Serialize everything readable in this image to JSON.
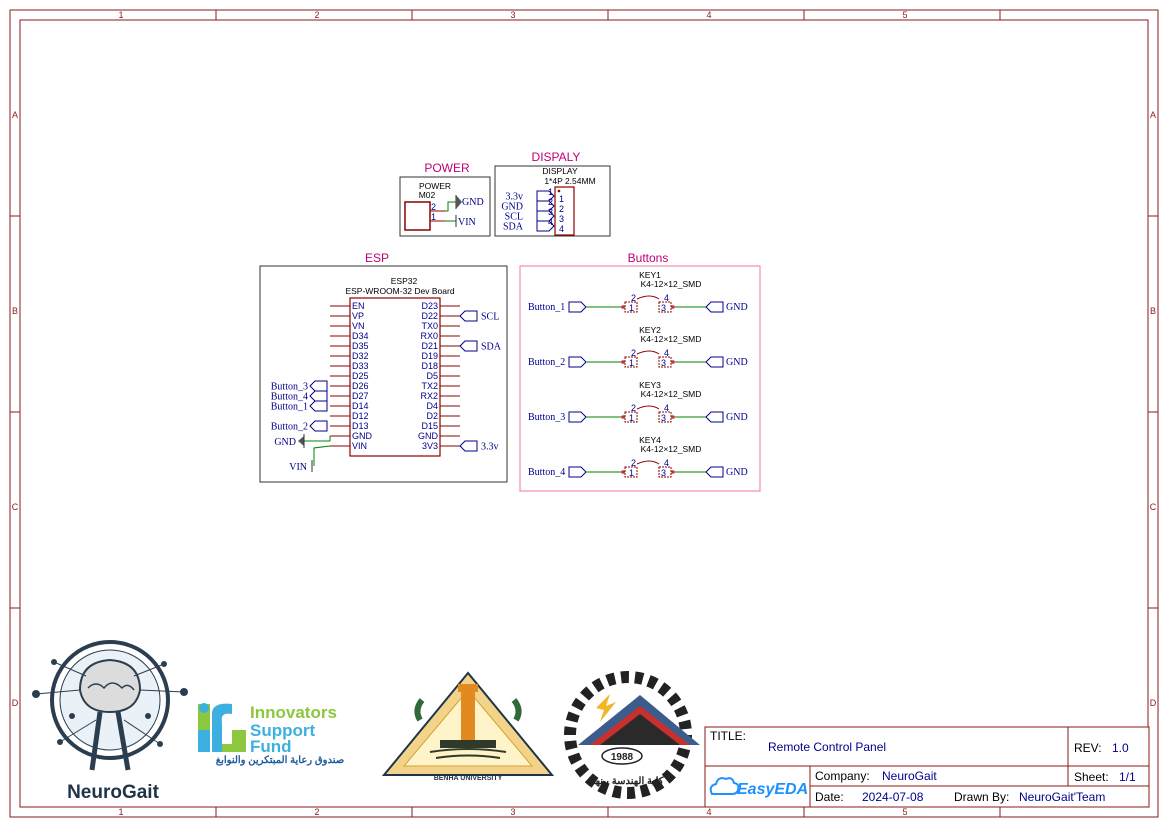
{
  "frame": {
    "columns": [
      "1",
      "2",
      "3",
      "4",
      "5"
    ],
    "rows": [
      "A",
      "B",
      "C",
      "D"
    ]
  },
  "groups": {
    "power": {
      "title": "POWER",
      "part_name": "POWER",
      "part_value": "M02",
      "pins": [
        "2",
        "1"
      ],
      "nets": [
        "GND",
        "VIN"
      ]
    },
    "display": {
      "title": "DISPALY",
      "part_name": "DISPLAY",
      "part_value": "1*4P 2.54MM",
      "nets": [
        "3.3v",
        "GND",
        "SCL",
        "SDA"
      ],
      "pins": [
        "1",
        "2",
        "3",
        "4"
      ]
    },
    "esp": {
      "title": "ESP",
      "part_name": "ESP32",
      "part_value": "ESP-WROOM-32 Dev Board",
      "left_pins": [
        "EN",
        "VP",
        "VN",
        "D34",
        "D35",
        "D32",
        "D33",
        "D25",
        "D26",
        "D27",
        "D14",
        "D12",
        "D13",
        "GND",
        "VIN"
      ],
      "right_pins": [
        "D23",
        "D22",
        "TX0",
        "RX0",
        "D21",
        "D19",
        "D18",
        "D5",
        "TX2",
        "RX2",
        "D4",
        "D2",
        "D15",
        "GND",
        "3V3"
      ],
      "left_nets": {
        "D26": "Button_3",
        "D27": "Button_4",
        "D14": "Button_1",
        "D13": "Button_2",
        "GND": "GND",
        "VIN": "VIN"
      },
      "right_nets": {
        "D22": "SCL",
        "D21": "SDA",
        "3V3": "3.3v"
      }
    },
    "buttons": {
      "title": "Buttons",
      "keys": [
        {
          "ref": "KEY1",
          "value": "K4-12×12_SMD",
          "net_in": "Button_1",
          "net_out": "GND"
        },
        {
          "ref": "KEY2",
          "value": "K4-12×12_SMD",
          "net_in": "Button_2",
          "net_out": "GND"
        },
        {
          "ref": "KEY3",
          "value": "K4-12×12_SMD",
          "net_in": "Button_3",
          "net_out": "GND"
        },
        {
          "ref": "KEY4",
          "value": "K4-12×12_SMD",
          "net_in": "Button_4",
          "net_out": "GND"
        }
      ],
      "pin_labels": [
        "2",
        "4",
        "1",
        "3"
      ]
    }
  },
  "logos": {
    "neurogait": "NeuroGait",
    "isf_line1": "Innovators",
    "isf_line2": "Support",
    "isf_line3": "Fund",
    "isf_arabic": "صندوق رعاية المبتكرين والنوابغ",
    "benha": "BENHA UNIVERSITY",
    "faculty_year": "1988",
    "faculty_arabic": "كلية الهندسة ببنها"
  },
  "title_block": {
    "title_label": "TITLE:",
    "title": "Remote Control Panel",
    "rev_label": "REV:",
    "rev": "1.0",
    "brand": "EasyEDA",
    "company_label": "Company:",
    "company": "NeuroGait",
    "sheet_label": "Sheet:",
    "sheet": "1/1",
    "date_label": "Date:",
    "date": "2024-07-08",
    "drawn_label": "Drawn By:",
    "drawn": "NeuroGait'Team"
  },
  "colors": {
    "frame": "#8b1a1a",
    "group_title": "#c0007a",
    "net": "#00008b",
    "wire": "#008000",
    "pin": "#8b0000",
    "brand": "#1e90ff"
  }
}
